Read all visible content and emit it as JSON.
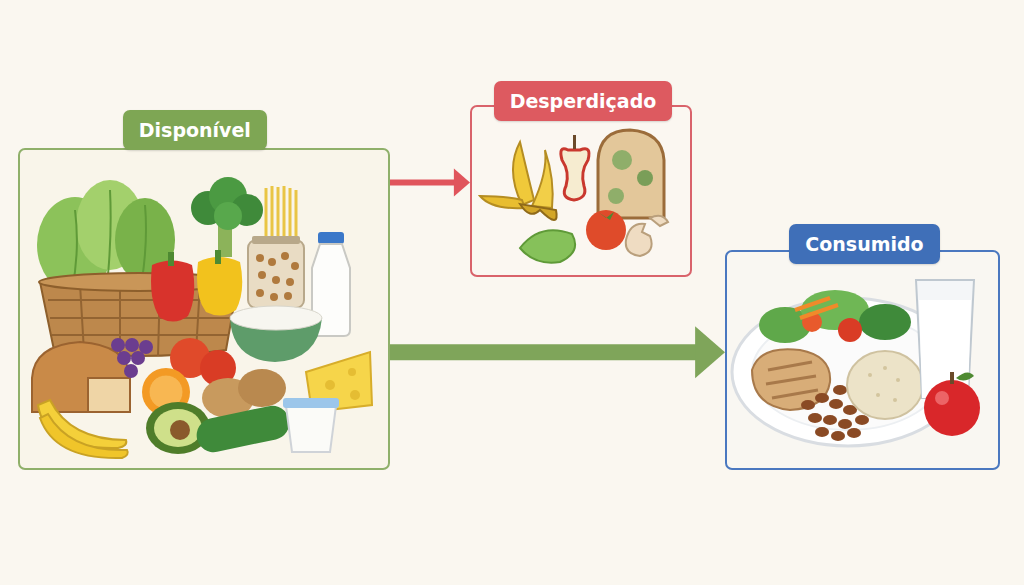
{
  "diagram": {
    "nodes": [
      {
        "text": [
          "Disponível"
        ]
      },
      {
        "text": [
          "Desperdiçado"
        ]
      },
      {
        "text": [
          "Consumido"
        ]
      }
    ],
    "edges": [
      {
        "from": 0,
        "to": 2,
        "arrow": "to"
      },
      {
        "from": 0,
        "to": 1,
        "arrow": "to"
      }
    ]
  }
}
